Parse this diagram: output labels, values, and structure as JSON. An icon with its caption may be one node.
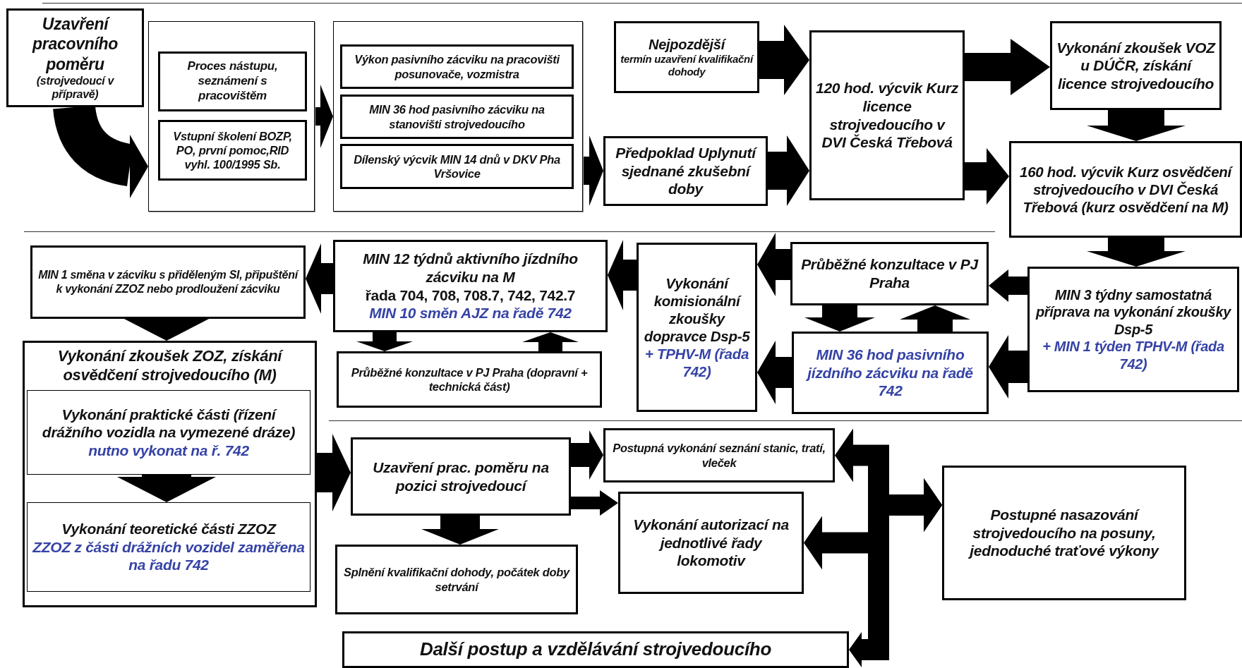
{
  "diagram": {
    "nodes": [
      {
        "text": [
          "Uzavření pracovního poměru",
          "(strojvedoucí v přípravě)"
        ]
      },
      {
        "text": [],
        "shape": "box"
      },
      {
        "text": [
          "Proces nástupu, seznámení s pracovištěm"
        ],
        "in": 1
      },
      {
        "text": [
          "Vstupní školení BOZP, PO, první pomoc,RID vyhl. 100/1995 Sb."
        ],
        "in": 1
      },
      {
        "text": [],
        "shape": "box"
      },
      {
        "text": [
          "Výkon pasivního zácviku na pracovišti posunovače, vozmistra"
        ],
        "in": 4
      },
      {
        "text": [
          "MIN 36 hod pasivního zácviku na stanovišti strojvedoucího"
        ],
        "in": 4
      },
      {
        "text": [
          "Dílenský výcvik MIN 14 dnů v DKV Pha Vršovice"
        ],
        "in": 4
      },
      {
        "text": [
          "Nejpozdější",
          "termín uzavření kvalifikační dohody"
        ]
      },
      {
        "text": [
          "Předpoklad Uplynutí sjednané zkušební doby"
        ]
      },
      {
        "text": [
          "120 hod. výcvik Kurz licence strojvedoucího v DVI Česká Třebová"
        ]
      },
      {
        "text": [
          "Vykonání zkoušek VOZ u DÚČR, získání licence strojvedoucího"
        ]
      },
      {
        "text": [
          "160 hod. výcvik Kurz osvědčení strojvedoucího v DVI Česká Třebová (kurz osvědčení na M)"
        ]
      },
      {
        "text": [
          "MIN 3 týdny samostatná příprava na vykonání zkoušky Dsp-5",
          "+ MIN 1 týden TPHV-M (řada 742)"
        ]
      },
      {
        "text": [
          "Průběžné konzultace v PJ Praha"
        ]
      },
      {
        "text": [
          "MIN 36 hod pasivního jízdního zácviku na řadě 742"
        ]
      },
      {
        "text": [
          "Vykonání komisionální zkoušky dopravce Dsp-5",
          "+ TPHV-M (řada 742)"
        ]
      },
      {
        "text": [
          "MIN 12 týdnů aktivního jízdního zácviku na M",
          "řada 704, 708, 708.7, 742, 742.7",
          "MIN 10 směn AJZ na řadě 742"
        ]
      },
      {
        "text": [
          "Průběžné konzultace v PJ Praha (dopravní + technická část)"
        ]
      },
      {
        "text": [
          "MIN 1 směna v zácviku s přiděleným SI, připuštění k vykonání ZZOZ nebo prodloužení zácviku"
        ]
      },
      {
        "text": [
          "Vykonání zkoušek ZOZ, získání osvědčení strojvedoucího (M)"
        ]
      },
      {
        "text": [
          "Vykonání praktické části (řízení drážního vozidla na vymezené dráze)",
          "nutno vykonat na ř. 742"
        ],
        "in": 20
      },
      {
        "text": [
          "Vykonání teoretické části ZZOZ",
          "ZZOZ z části drážních vozidel zaměřena na řadu 742"
        ],
        "in": 20
      },
      {
        "text": [
          "Uzavření prac. poměru na pozici strojvedoucí"
        ]
      },
      {
        "text": [
          "Splnění kvalifikační dohody, počátek doby setrvání"
        ]
      },
      {
        "text": [
          "Postupná vykonání seznání stanic, tratí, vleček"
        ]
      },
      {
        "text": [
          "Vykonání autorizací na jednotlivé řady lokomotiv"
        ]
      },
      {
        "text": [
          "Postupné nasazování strojvedoucího na posuny, jednoduché traťové výkony"
        ]
      },
      {
        "text": [
          "Další postup a vzdělávání strojvedoucího"
        ]
      }
    ],
    "edges": [
      {
        "from": 0,
        "to": 1,
        "arrow": "to"
      },
      {
        "from": 1,
        "to": 4,
        "arrow": "to"
      },
      {
        "from": 4,
        "to": 9,
        "arrow": "to"
      },
      {
        "from": 8,
        "to": 10,
        "arrow": "to"
      },
      {
        "from": 9,
        "to": 10,
        "arrow": "to"
      },
      {
        "from": 10,
        "to": 11,
        "arrow": "to"
      },
      {
        "from": 10,
        "to": 12,
        "arrow": "to"
      },
      {
        "from": 11,
        "to": 12,
        "arrow": "to"
      },
      {
        "from": 12,
        "to": 13,
        "arrow": "to"
      },
      {
        "from": 13,
        "to": 14,
        "arrow": "to"
      },
      {
        "from": 13,
        "to": 15,
        "arrow": "to"
      },
      {
        "from": 14,
        "to": 15,
        "arrow": "to"
      },
      {
        "from": 15,
        "to": 14,
        "arrow": "to"
      },
      {
        "from": 14,
        "to": 16,
        "arrow": "to"
      },
      {
        "from": 15,
        "to": 16,
        "arrow": "to"
      },
      {
        "from": 16,
        "to": 17,
        "arrow": "to"
      },
      {
        "from": 17,
        "to": 19,
        "arrow": "to"
      },
      {
        "from": 17,
        "to": 18,
        "arrow": "to"
      },
      {
        "from": 18,
        "to": 17,
        "arrow": "to"
      },
      {
        "from": 19,
        "to": 20,
        "arrow": "to"
      },
      {
        "from": 21,
        "to": 22,
        "arrow": "to"
      },
      {
        "from": 20,
        "to": 23,
        "arrow": "to"
      },
      {
        "from": 23,
        "to": 25,
        "arrow": "to"
      },
      {
        "from": 23,
        "to": 26,
        "arrow": "to"
      },
      {
        "from": 23,
        "to": 24,
        "arrow": "to"
      },
      {
        "from": 27,
        "to": 25,
        "arrow": "both"
      },
      {
        "from": 27,
        "to": 26,
        "arrow": "both"
      },
      {
        "from": 27,
        "to": 28,
        "arrow": "both"
      }
    ]
  }
}
